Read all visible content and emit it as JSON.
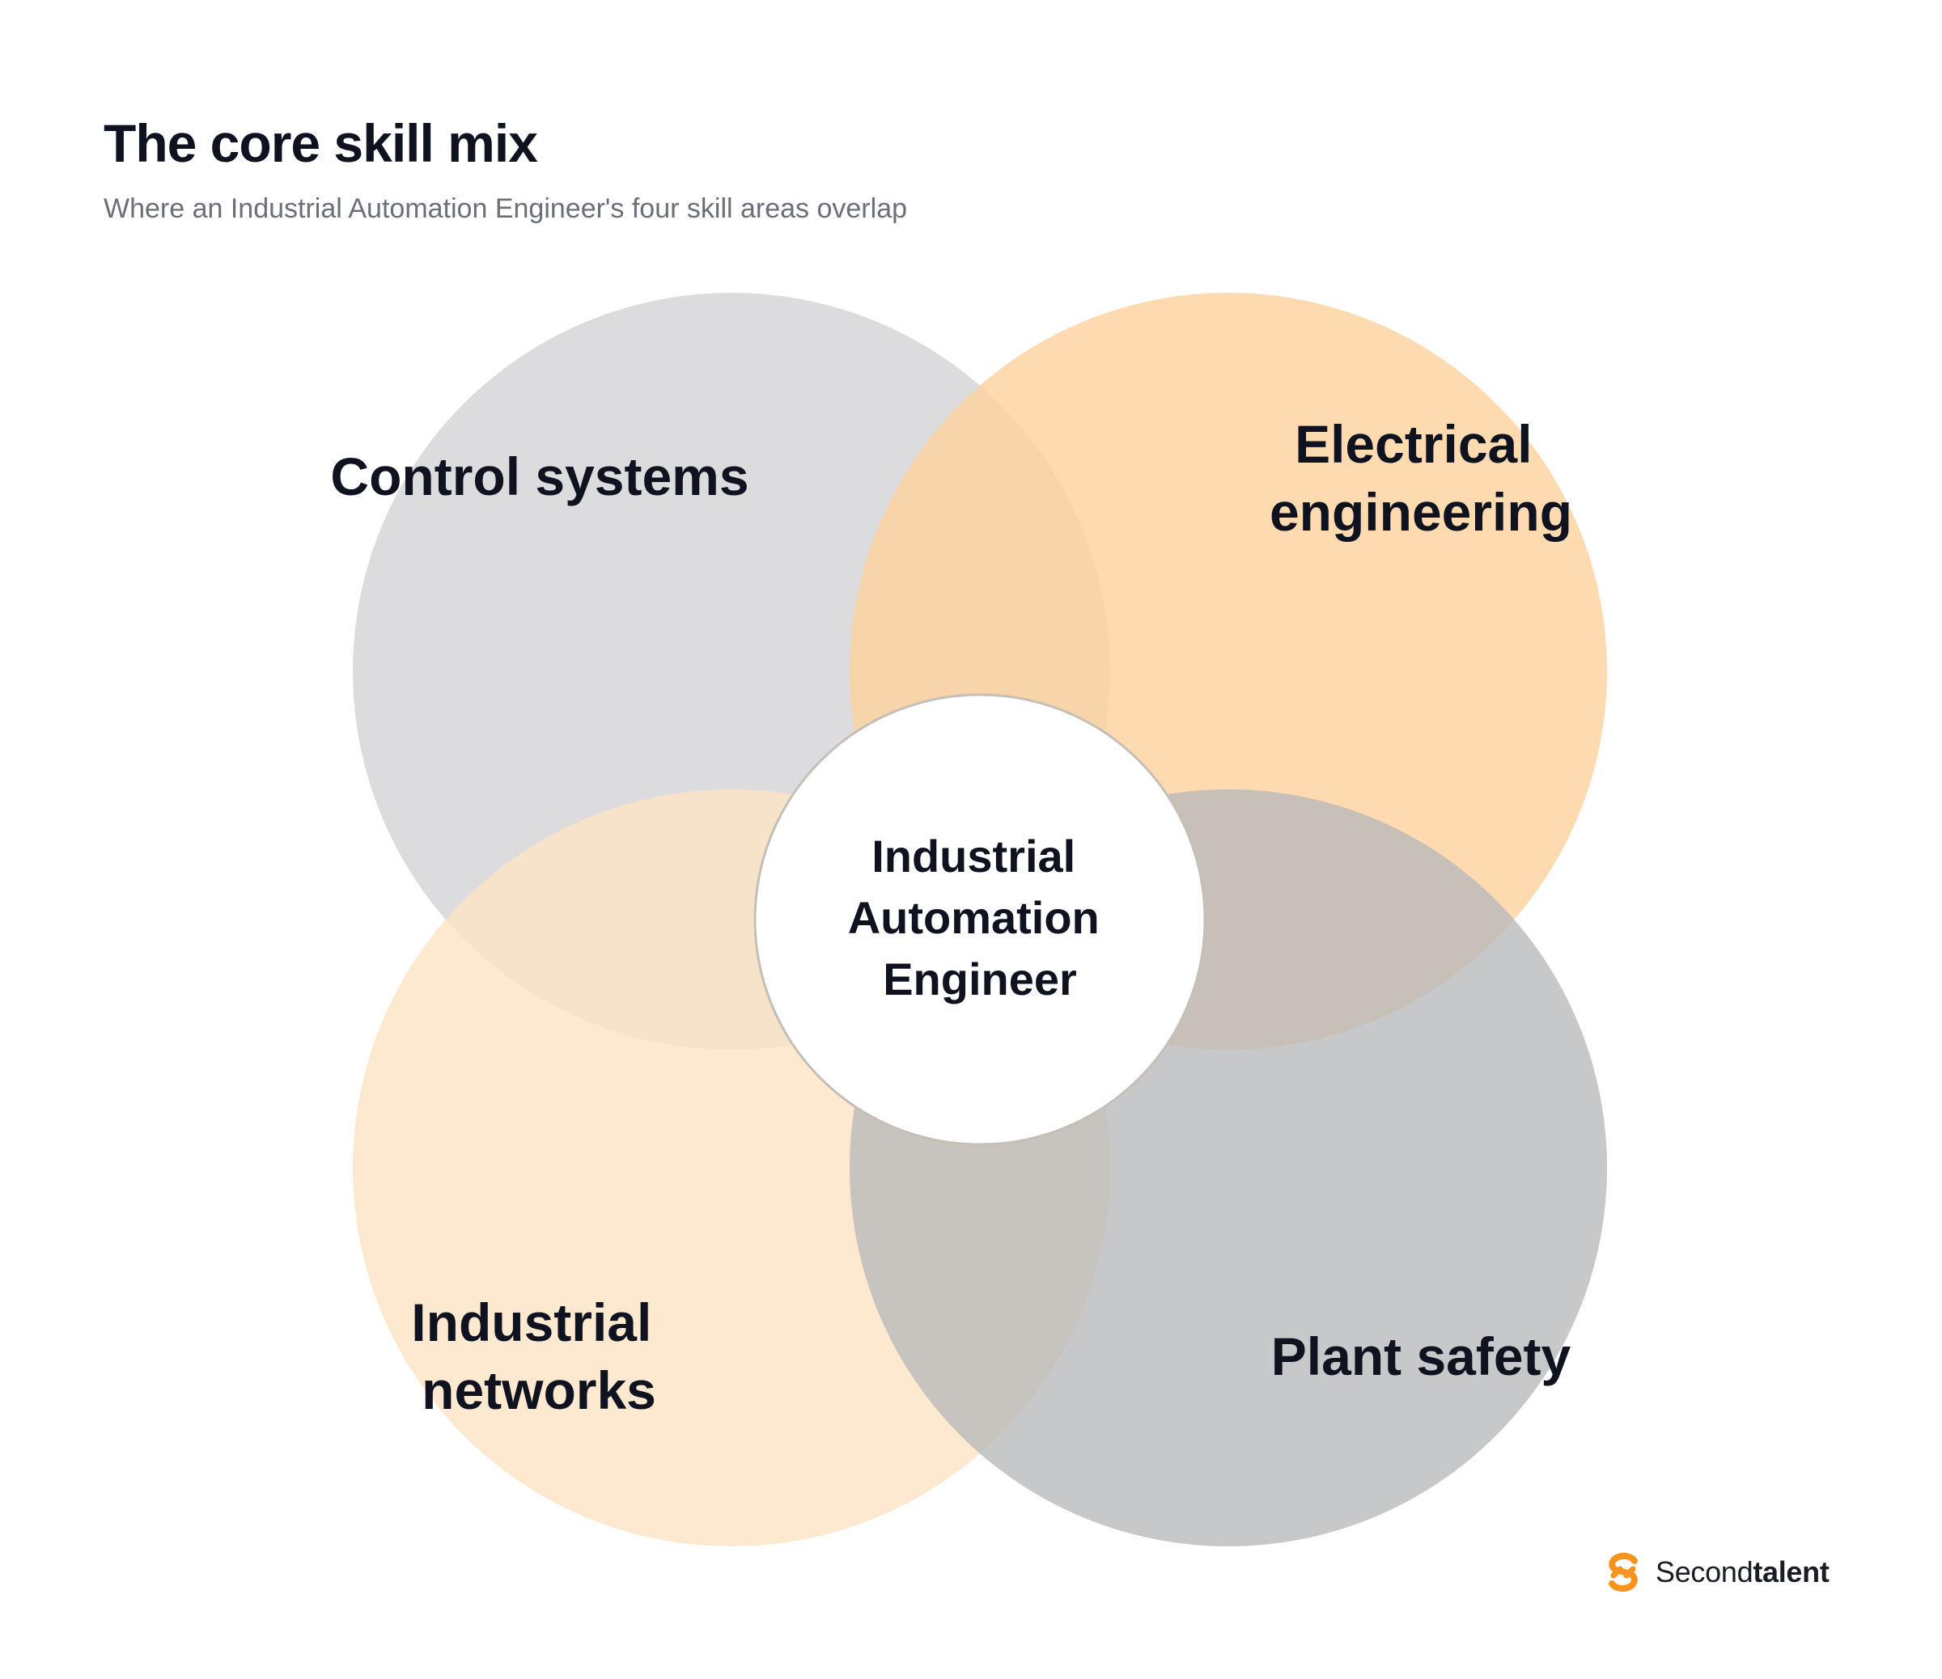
{
  "header": {
    "title": "The core skill mix",
    "subtitle": "Where an Industrial Automation Engineer's four skill areas overlap"
  },
  "venn": {
    "center_lines": [
      "Industrial",
      "Automation",
      "Engineer"
    ],
    "sets": [
      {
        "id": "control",
        "label_lines": [
          "Control systems"
        ],
        "color": "#d8d8da"
      },
      {
        "id": "electrical",
        "label_lines": [
          "Electrical",
          "engineering"
        ],
        "color": "#fed2a0"
      },
      {
        "id": "networks",
        "label_lines": [
          "Industrial",
          "networks"
        ],
        "color": "#fde3c6"
      },
      {
        "id": "safety",
        "label_lines": [
          "Plant safety"
        ],
        "color": "#c4c5c7"
      }
    ],
    "center_color": "#ffffff",
    "text_color": "#0f1320"
  },
  "brand": {
    "name_light": "Second",
    "name_bold": "talent",
    "logo_color": "#f7931e",
    "logo_icon": "second-talent-logo-icon"
  }
}
